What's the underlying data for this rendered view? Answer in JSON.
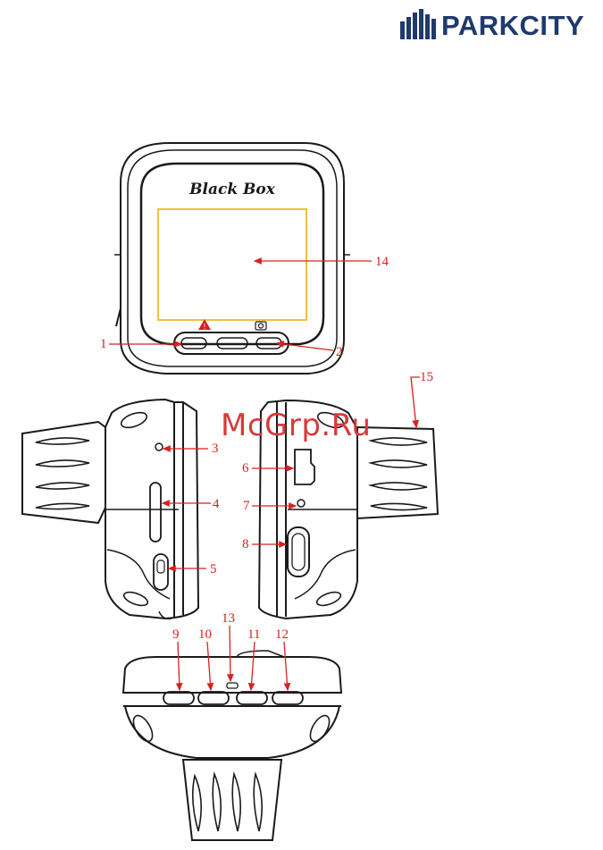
{
  "brand": {
    "name": "PARKCITY",
    "color": "#1f3a6b"
  },
  "watermark": {
    "text": "McGrp.Ru",
    "color": "#d83a3a"
  },
  "device": {
    "screen_label": "Black Box"
  },
  "colors": {
    "line": "#1a1a1a",
    "callout": "#d82020",
    "screen": "#f2c040"
  },
  "callouts": [
    "1",
    "2",
    "3",
    "4",
    "5",
    "6",
    "7",
    "8",
    "9",
    "10",
    "11",
    "12",
    "13",
    "14",
    "15"
  ]
}
